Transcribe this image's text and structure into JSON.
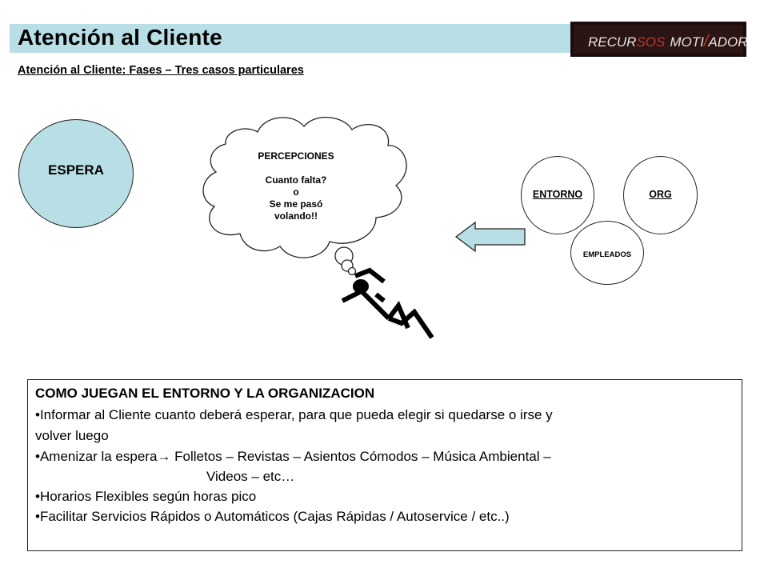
{
  "header": {
    "title": "Atención al Cliente",
    "logo_text_part1": "RECUR",
    "logo_text_part2": "SOS",
    "logo_text_part3": "MOTI",
    "logo_text_part4": "ADORES",
    "subtitle": "Atención al Cliente: Fases – Tres casos particulares"
  },
  "diagram": {
    "espera_label": "ESPERA",
    "cloud_lines": [
      "PERCEPCIONES",
      "",
      "Cuanto falta?",
      "o",
      "Se me pasó",
      "volando!!"
    ],
    "entorno_label": "ENTORNO",
    "org_label": "ORG",
    "empleados_label": "EMPLEADOS"
  },
  "info": {
    "title": "COMO JUEGAN EL ENTORNO Y LA ORGANIZACION",
    "line1": "•Informar al Cliente cuanto deberá esperar, para que pueda elegir si quedarse o irse y",
    "line2": "volver luego",
    "line3a": "•Amenizar la espera",
    "arrow_glyph": "→",
    "line3b": " Folletos – Revistas – Asientos Cómodos – Música Ambiental –",
    "line4": "Videos – etc…",
    "line5": "•Horarios Flexibles según horas pico",
    "line6": "•Facilitar Servicios Rápidos o Automáticos (Cajas Rápidas / Autoservice / etc..)"
  },
  "colors": {
    "accent": "#b9dfe6",
    "logo_bg": "#1a0c0c",
    "logo_red": "#c0392b"
  }
}
